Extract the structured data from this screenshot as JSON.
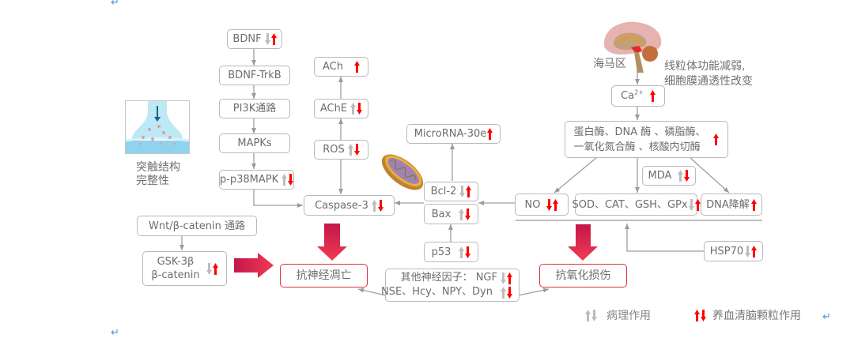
{
  "title": "养血清脑颗粒作用机制示意图",
  "colors": {
    "pathology": "#bdbdbd",
    "drug": "#ff0000",
    "outcome_border": "#e0303f",
    "box_border": "#b9b9b9",
    "text": "#6d6d6d"
  },
  "nodes": {
    "bdnf": {
      "label": "BDNF",
      "ind": [
        [
          "down",
          "gray"
        ],
        [
          "up",
          "red"
        ]
      ]
    },
    "bdnf_trkb": {
      "label": "BDNF-TrkB",
      "ind": []
    },
    "pi3k": {
      "label": "PI3K通路",
      "ind": []
    },
    "mapks": {
      "label": "MAPKs",
      "ind": []
    },
    "p38": {
      "label": "p-p38MAPK",
      "ind": [
        [
          "up",
          "gray"
        ],
        [
          "down",
          "red"
        ]
      ]
    },
    "ach": {
      "label": "ACh",
      "ind": [
        [
          "up",
          "red"
        ]
      ]
    },
    "ache": {
      "label": "AChE",
      "ind": [
        [
          "up",
          "gray"
        ],
        [
          "down",
          "red"
        ]
      ]
    },
    "ros": {
      "label": "ROS",
      "ind": [
        [
          "up",
          "gray"
        ],
        [
          "down",
          "red"
        ]
      ]
    },
    "caspase3": {
      "label": "Caspase-3",
      "ind": [
        [
          "up",
          "gray"
        ],
        [
          "down",
          "red"
        ]
      ]
    },
    "microrna": {
      "label": "MicroRNA-30e",
      "ind": [
        [
          "up",
          "red"
        ]
      ]
    },
    "bcl2": {
      "label": "Bcl-2",
      "ind": [
        [
          "down",
          "gray"
        ],
        [
          "up",
          "red"
        ]
      ]
    },
    "bax": {
      "label": "Bax",
      "ind": [
        [
          "up",
          "gray"
        ],
        [
          "down",
          "red"
        ]
      ]
    },
    "p53": {
      "label": "p53",
      "ind": [
        [
          "up",
          "gray"
        ],
        [
          "down",
          "red"
        ]
      ]
    },
    "wnt": {
      "label": "Wnt/β-catenin 通路",
      "ind": []
    },
    "gsk": {
      "line1": "GSK-3β",
      "line2": "β-catenin",
      "ind": [
        [
          "down",
          "gray"
        ],
        [
          "up",
          "red"
        ]
      ]
    },
    "anti_apoptosis": {
      "label": "抗神经凋亡"
    },
    "anti_oxidation": {
      "label": "抗氧化损伤"
    },
    "other_factors": {
      "line1": "其他神经因子：  NGF",
      "ind1": [
        [
          "down",
          "gray"
        ],
        [
          "up",
          "red"
        ]
      ],
      "line2": "NSE、Hcy、NPY、Dyn",
      "ind2": [
        [
          "up",
          "gray"
        ],
        [
          "down",
          "red"
        ]
      ]
    },
    "ca": {
      "label": "Ca",
      "sup": "2+",
      "ind": [
        [
          "up",
          "red"
        ]
      ]
    },
    "enzymes": {
      "line1": "蛋白酶、DNA 酶 、磷脂酶、",
      "line2": "一氧化氮合酶 、核酸内切酶",
      "ind": [
        [
          "up",
          "red"
        ]
      ]
    },
    "mda": {
      "label": "MDA",
      "ind": [
        [
          "up",
          "gray"
        ],
        [
          "down",
          "red"
        ]
      ]
    },
    "no": {
      "label": "NO",
      "ind": [
        [
          "down",
          "red"
        ],
        [
          "up",
          "red"
        ]
      ]
    },
    "sod": {
      "label": "SOD、CAT、GSH、GPx",
      "ind": [
        [
          "down",
          "gray"
        ],
        [
          "up",
          "red"
        ]
      ]
    },
    "dna": {
      "label": "DNA降解",
      "ind": [
        [
          "up",
          "red"
        ]
      ]
    },
    "hsp70": {
      "label": "HSP70",
      "ind": [
        [
          "down",
          "gray"
        ],
        [
          "up",
          "red"
        ]
      ]
    }
  },
  "captions": {
    "synapse_line1": "突触结构",
    "synapse_line2": "完整性",
    "hippocampus": "海马区",
    "mito_line1": "线粒体功能减弱,",
    "mito_line2": "细胞膜通透性改变"
  },
  "legend": {
    "pathology_label": "病理作用",
    "pathology_ind": [
      [
        "up",
        "gray"
      ],
      [
        "down",
        "gray"
      ]
    ],
    "drug_label": "养血清脑颗粒作用",
    "drug_ind": [
      [
        "up",
        "red"
      ],
      [
        "down",
        "red"
      ]
    ]
  },
  "return_mark": "↵"
}
